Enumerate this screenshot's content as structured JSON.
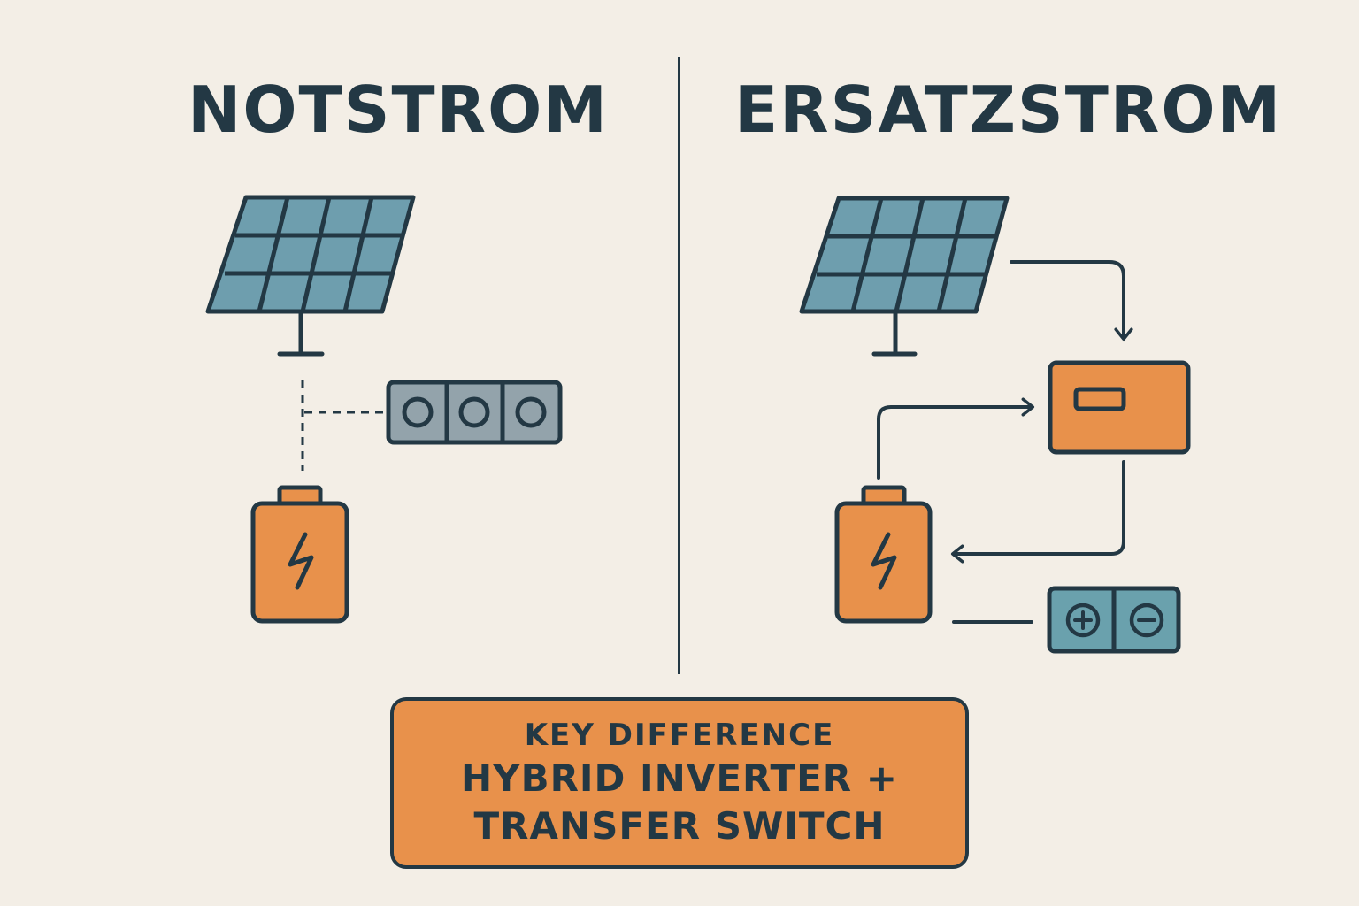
{
  "left": {
    "title": "NOTSTROM"
  },
  "right": {
    "title": "ERSATZSTROM"
  },
  "key_difference": {
    "label": "KEY DIFFERENCE",
    "line1": "HYBRID INVERTER +",
    "line2": "TRANSFER SWITCH"
  },
  "colors": {
    "background": "#f3eee6",
    "ink": "#233844",
    "panel_blue": "#6e9eae",
    "battery_orange": "#e8914b",
    "socket_gray": "#93a3ab",
    "dc_teal": "#6aa1ad"
  },
  "icons": [
    "solar-panel-icon",
    "battery-icon",
    "power-strip-icon",
    "hybrid-inverter-icon",
    "dc-terminal-icon"
  ]
}
